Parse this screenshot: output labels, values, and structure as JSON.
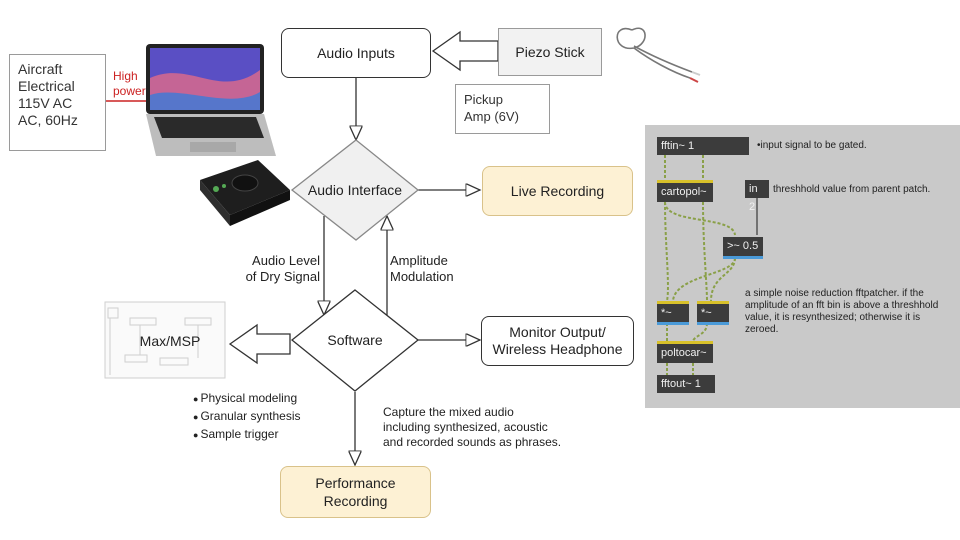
{
  "power_box": {
    "lines": [
      "Aircraft",
      "Electrical",
      "115V AC",
      "AC, 60Hz"
    ]
  },
  "high_power": {
    "lines": [
      "High",
      "power"
    ],
    "color": "#cc2222"
  },
  "nodes": {
    "audio_inputs": "Audio Inputs",
    "piezo_stick": "Piezo Stick",
    "pickup_amp": [
      "Pickup",
      "Amp (6V)"
    ],
    "audio_interface": "Audio Interface",
    "live_recording": "Live Recording",
    "software": "Software",
    "monitor_output": [
      "Monitor Output/",
      "Wireless Headphone"
    ],
    "performance_recording": [
      "Performance",
      "Recording"
    ],
    "max_msp": "Max/MSP"
  },
  "edge_labels": {
    "dry_signal": [
      "Audio Level",
      "of Dry Signal"
    ],
    "amplitude_modulation": [
      "Amplitude",
      "Modulation"
    ],
    "capture": [
      "Capture the mixed audio",
      "including synthesized, acoustic",
      "and recorded sounds as phrases."
    ]
  },
  "software_features": [
    "Physical modeling",
    "Granular synthesis",
    "Sample trigger"
  ],
  "patch": {
    "objects": {
      "fftin": "fftin~ 1",
      "cartopol": "cartopol~",
      "in2": "in 2",
      "compare": ">~ 0.5",
      "mul1": "*~",
      "mul2": "*~",
      "poltocar": "poltocar~",
      "fftout": "fftout~ 1"
    },
    "comments": {
      "input": "•input signal to be gated.",
      "threshold": "threshhold value from parent patch.",
      "description": "a simple noise reduction fftpatcher. if the amplitude of an fft bin is above a threshhold value, it is resynthesized; otherwise it is zeroed."
    },
    "colors": {
      "bg": "#c9c9c9",
      "object": "#3c3c3c",
      "signal": "#d8c12a",
      "control": "#4a9ad8",
      "cord": "#8aa048"
    }
  },
  "colors": {
    "yellow_fill": "#fdf1d4",
    "yellow_border": "#d9c28a",
    "red": "#cc2222"
  }
}
